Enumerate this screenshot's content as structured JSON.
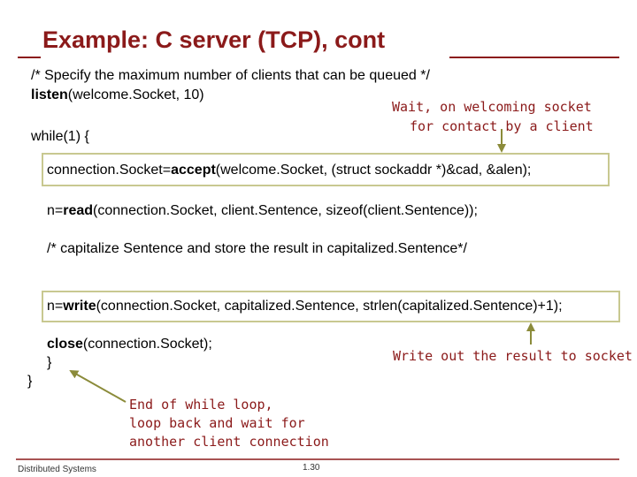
{
  "slide": {
    "title": "Example: C server (TCP), cont",
    "footer_left": "Distributed Systems",
    "page_number": "1.30"
  },
  "code": {
    "comment_queue": "/* Specify the maximum number of clients that can be queued */",
    "listen_kw": "listen",
    "listen_args": "(welcome.Socket, 10)",
    "while_line": "while(1) {",
    "accept_pre": "connection.Socket=",
    "accept_kw": "accept",
    "accept_args": "(welcome.Socket, (struct sockaddr *)&cad, &alen);",
    "read_pre": "n=",
    "read_kw": "read",
    "read_args": "(connection.Socket, client.Sentence, sizeof(client.Sentence));",
    "comment_capitalize": "/* capitalize Sentence and store the result in capitalized.Sentence*/",
    "write_pre": "n=",
    "write_kw": "write",
    "write_args": "(connection.Socket, capitalized.Sentence, strlen(capitalized.Sentence)+1);",
    "close_kw": "close",
    "close_args": "(connection.Socket);",
    "inner_brace": "}",
    "outer_brace": "}"
  },
  "notes": {
    "wait_line1": "Wait, on welcoming socket",
    "wait_line2": "for contact by a client",
    "write_note": "Write out the result to socket",
    "loop_line1": "End of while loop,",
    "loop_line2": "loop back and wait for",
    "loop_line3": "another client connection"
  },
  "colors": {
    "title": "#8b1a1a",
    "note_text": "#8b1a1a",
    "box_border": "#c8c890",
    "arrow": "#8b8b3a"
  }
}
